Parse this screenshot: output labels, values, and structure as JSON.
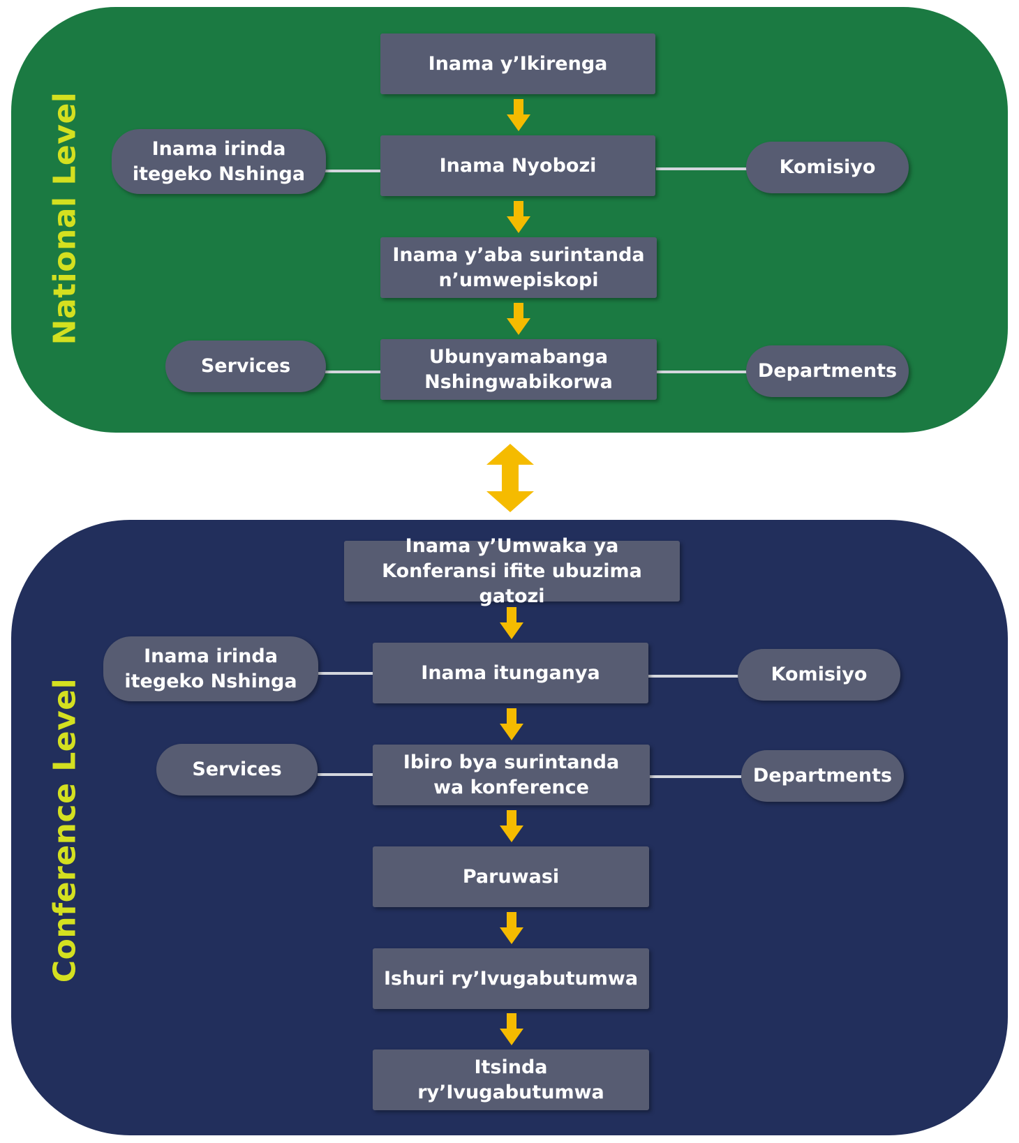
{
  "national": {
    "level_label": "National Level",
    "boxes": {
      "ikirenga": "Inama y’Ikirenga",
      "nyobozi": "Inama Nyobozi",
      "surintanda_line1": "Inama y’aba surintanda",
      "surintanda_line2": "n’umwepiskopi",
      "ubunyamabanga_line1": "Ubunyamabanga",
      "ubunyamabanga_line2": "Nshingwabikorwa"
    },
    "side": {
      "irinda_line1": "Inama irinda",
      "irinda_line2": "itegeko Nshinga",
      "komisiyo": "Komisiyo",
      "services": "Services",
      "departments": "Departments"
    }
  },
  "conference": {
    "level_label": "Conference Level",
    "boxes": {
      "umwaka_line1": "Inama y’Umwaka ya",
      "umwaka_line2": "Konferansi ifite ubuzima gatozi",
      "itunganya": "Inama itunganya",
      "ibiro_line1": "Ibiro bya surintanda",
      "ibiro_line2": "wa konference",
      "paruwasi": "Paruwasi",
      "ishuri": "Ishuri ry’Ivugabutumwa",
      "itsinda": "Itsinda ry’Ivugabutumwa"
    },
    "side": {
      "irinda_line1": "Inama irinda",
      "irinda_line2": "itegeko Nshinga",
      "komisiyo": "Komisiyo",
      "services": "Services",
      "departments": "Departments"
    }
  },
  "colors": {
    "national_bg": "#1b7a42",
    "conference_bg": "#222f5c",
    "box": "#575c72",
    "arrow": "#f5bb00",
    "level_text": "#d4e020"
  }
}
